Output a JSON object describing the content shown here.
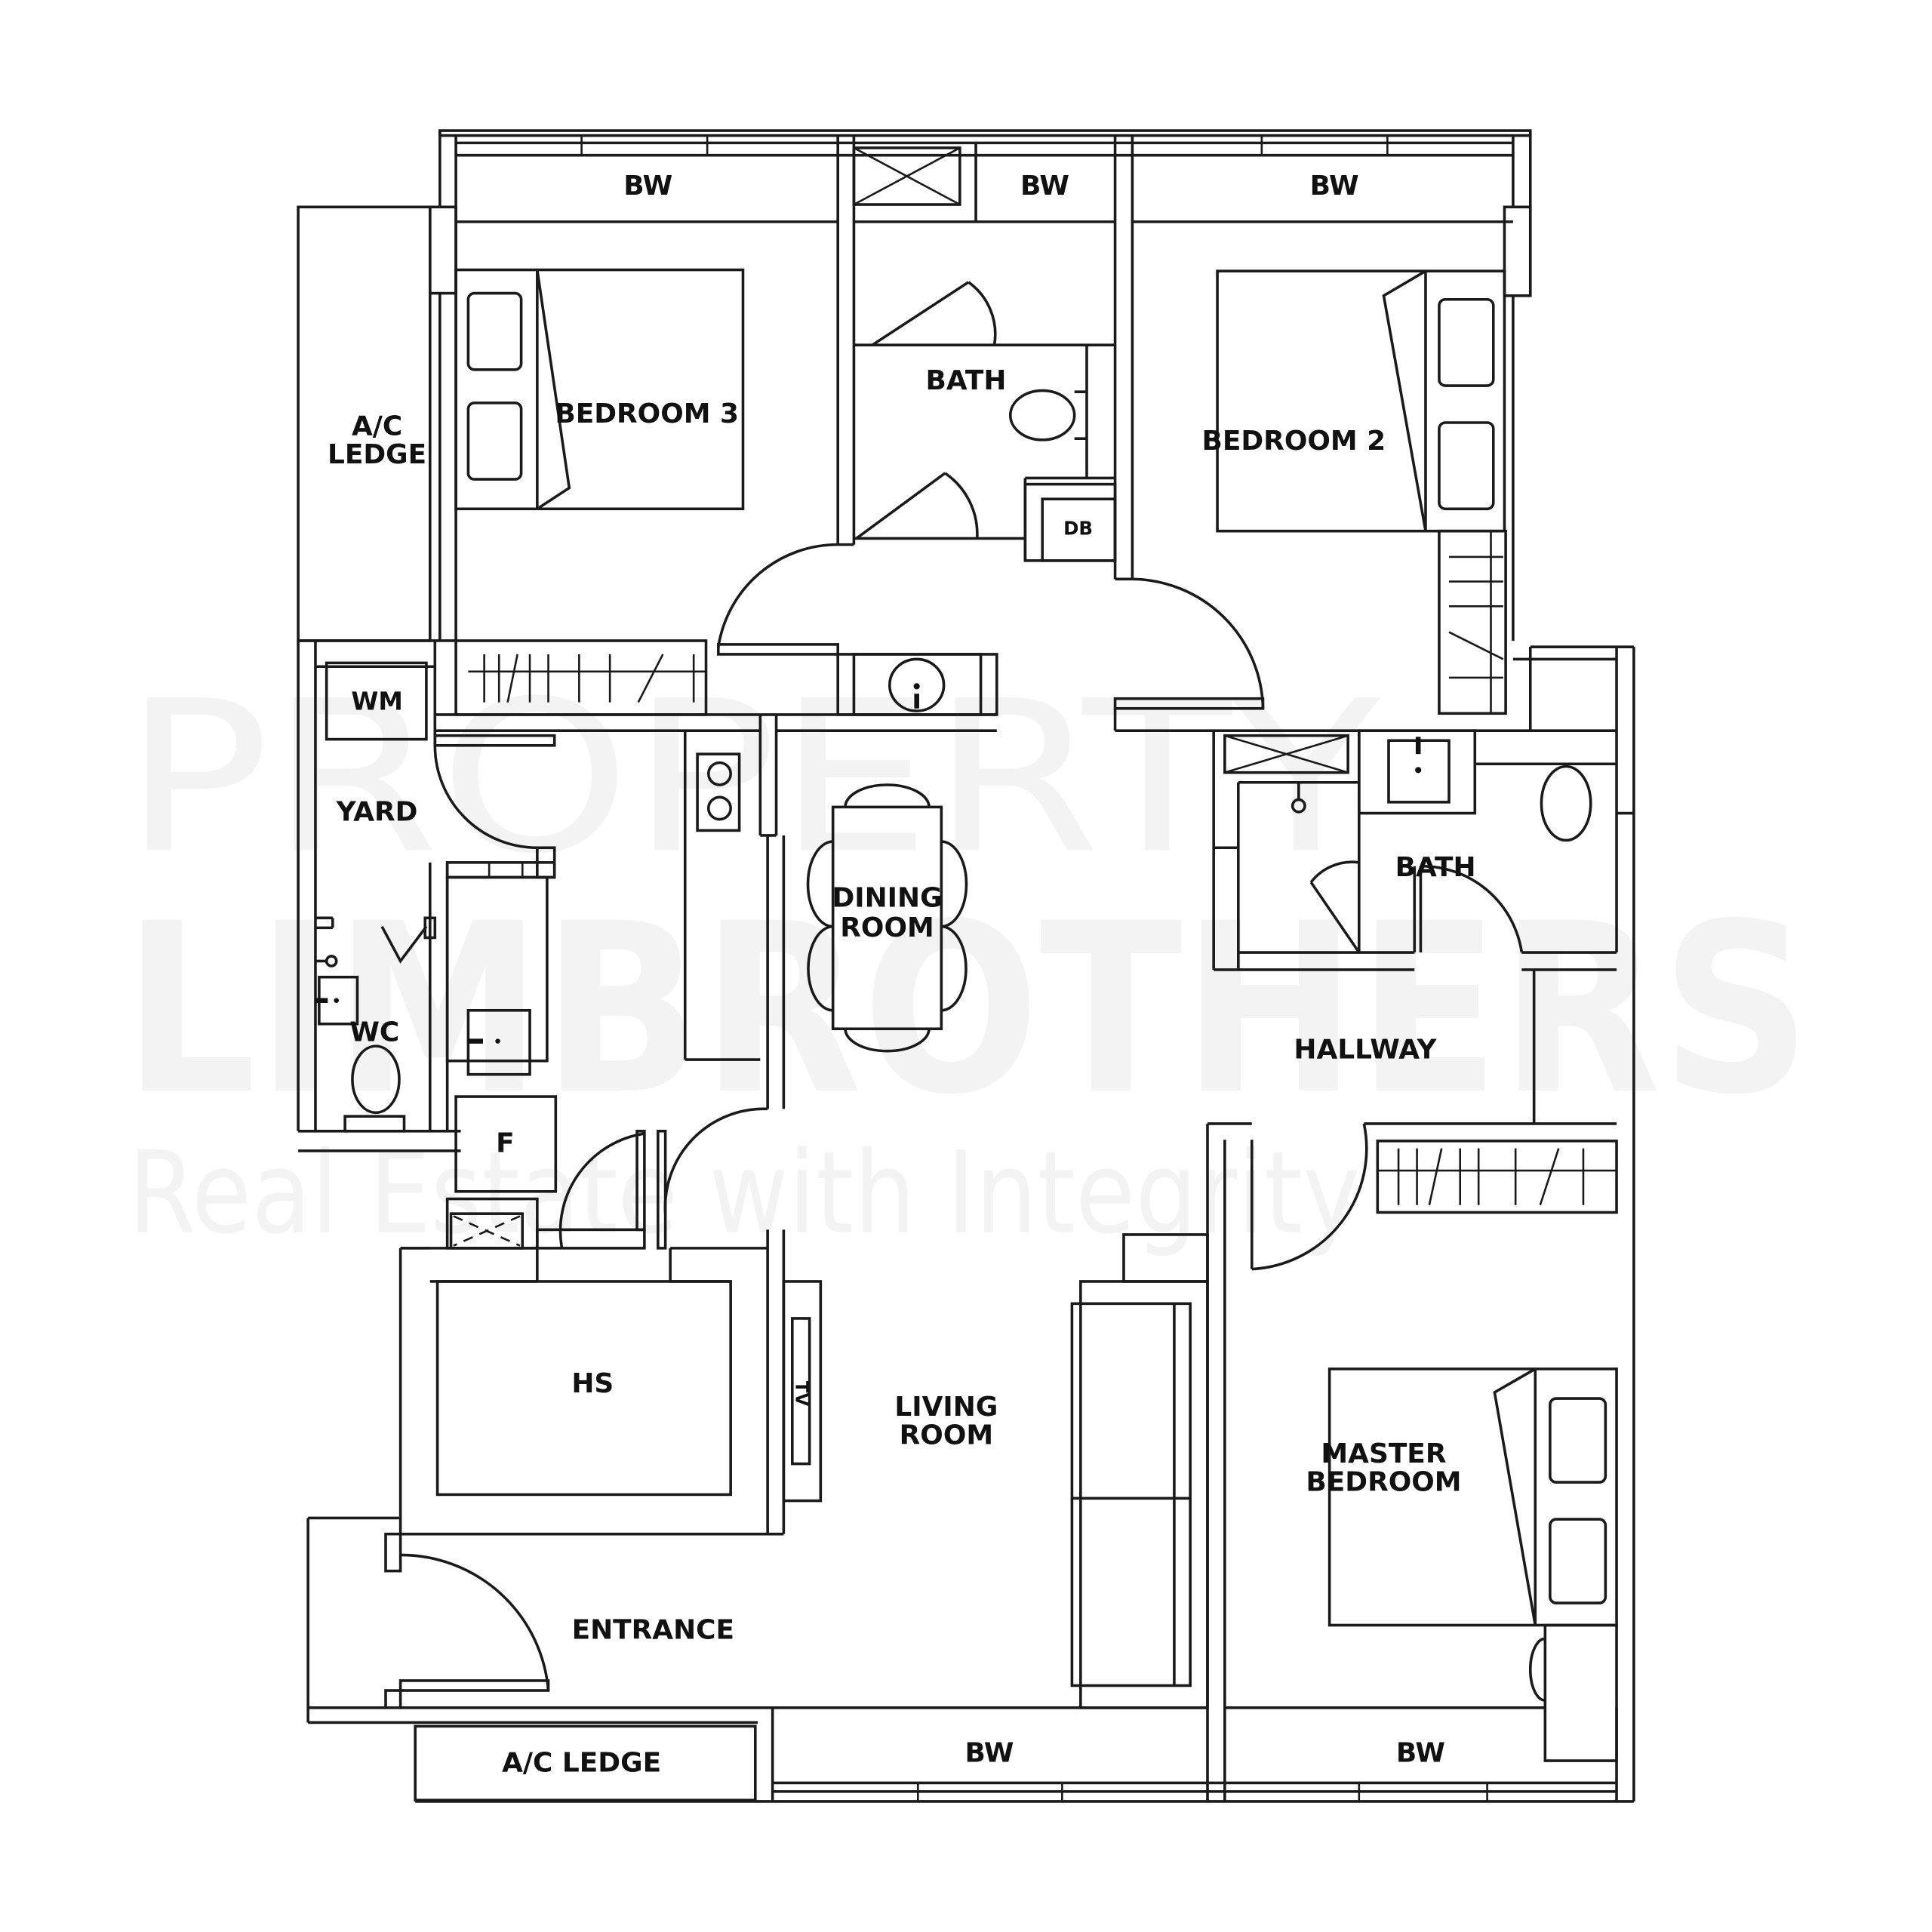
{
  "watermark": {
    "line1": "PROPERTY",
    "line2": "LIMBROTHERS",
    "line3": "Real Estate with Integrity",
    "color": "#f3f3f3"
  },
  "colors": {
    "wall": "#1a1a1a",
    "background": "#ffffff",
    "label": "#111111"
  },
  "rooms": {
    "bw_top_left": "BW",
    "bw_top_mid": "BW",
    "bw_top_right": "BW",
    "bedroom3": "BEDROOM 3",
    "bath_common": "BATH",
    "db": "DB",
    "bedroom2": "BEDROOM 2",
    "ac_ledge_side_1": "A/C",
    "ac_ledge_side_2": "LEDGE",
    "wm": "WM",
    "yard": "YARD",
    "wc": "WC",
    "f": "F",
    "dining_1": "DINING",
    "dining_2": "ROOM",
    "bath_master": "BATH",
    "hallway": "HALLWAY",
    "hs": "HS",
    "tv": "TV",
    "living_1": "LIVING",
    "living_2": "ROOM",
    "master_1": "MASTER",
    "master_2": "BEDROOM",
    "entrance": "ENTRANCE",
    "ac_ledge_bottom": "A/C LEDGE",
    "bw_bottom_mid": "BW",
    "bw_bottom_right": "BW"
  }
}
